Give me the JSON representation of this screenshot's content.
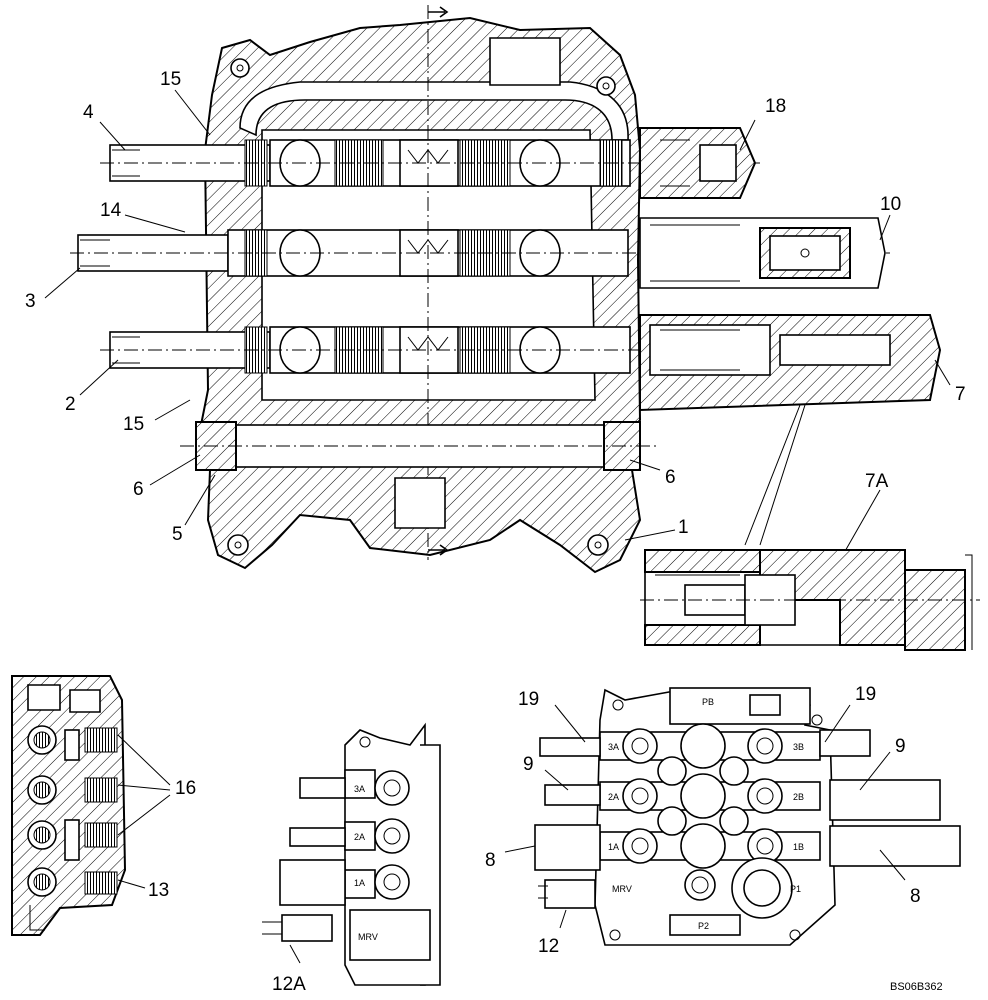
{
  "figure_code": "BS06B362",
  "callouts": {
    "c1": "1",
    "c2": "2",
    "c3": "3",
    "c4": "4",
    "c5": "5",
    "c6a": "6",
    "c6b": "6",
    "c7": "7",
    "c7a": "7A",
    "c8a": "8",
    "c8b": "8",
    "c9a": "9",
    "c9b": "9",
    "c10": "10",
    "c12": "12",
    "c12a": "12A",
    "c13": "13",
    "c14": "14",
    "c15a": "15",
    "c15b": "15",
    "c16": "16",
    "c18": "18",
    "c19a": "19",
    "c19b": "19"
  },
  "port_tags": {
    "side": {
      "a3": "3A",
      "a2": "2A",
      "a1": "1A",
      "mrv": "MRV"
    },
    "front": {
      "pb": "PB",
      "a3": "3A",
      "b3": "3B",
      "a2": "2A",
      "b2": "2B",
      "a1": "1A",
      "b1": "1B",
      "mrv": "MRV",
      "p1": "P1",
      "p2": "P2"
    }
  }
}
